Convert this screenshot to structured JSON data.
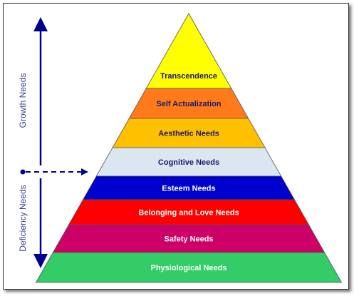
{
  "pyramid": {
    "layers": [
      {
        "label": "Transcendence",
        "fill": "#ffff00",
        "text_color": "#1a1a6e"
      },
      {
        "label": "Self Actualization",
        "fill": "#ff7a1a",
        "text_color": "#1a1a6e"
      },
      {
        "label": "Aesthetic Needs",
        "fill": "#ffc000",
        "text_color": "#1a1a6e"
      },
      {
        "label": "Cognitive Needs",
        "fill": "#dce6f0",
        "text_color": "#1a1a6e"
      },
      {
        "label": "Esteem Needs",
        "fill": "#0000cc",
        "text_color": "#ffffff"
      },
      {
        "label": "Belonging and Love Needs",
        "fill": "#ff0000",
        "text_color": "#ffffff"
      },
      {
        "label": "Safety Needs",
        "fill": "#cc0066",
        "text_color": "#ffffff"
      },
      {
        "label": "Physiological Needs",
        "fill": "#33cc66",
        "text_color": "#ffffff"
      }
    ]
  },
  "side_labels": {
    "growth": "Growth Needs",
    "deficiency": "Deficiency Needs"
  },
  "colors": {
    "arrow": "#00008b",
    "side_text": "#3a3f8f",
    "border": "#333333"
  }
}
